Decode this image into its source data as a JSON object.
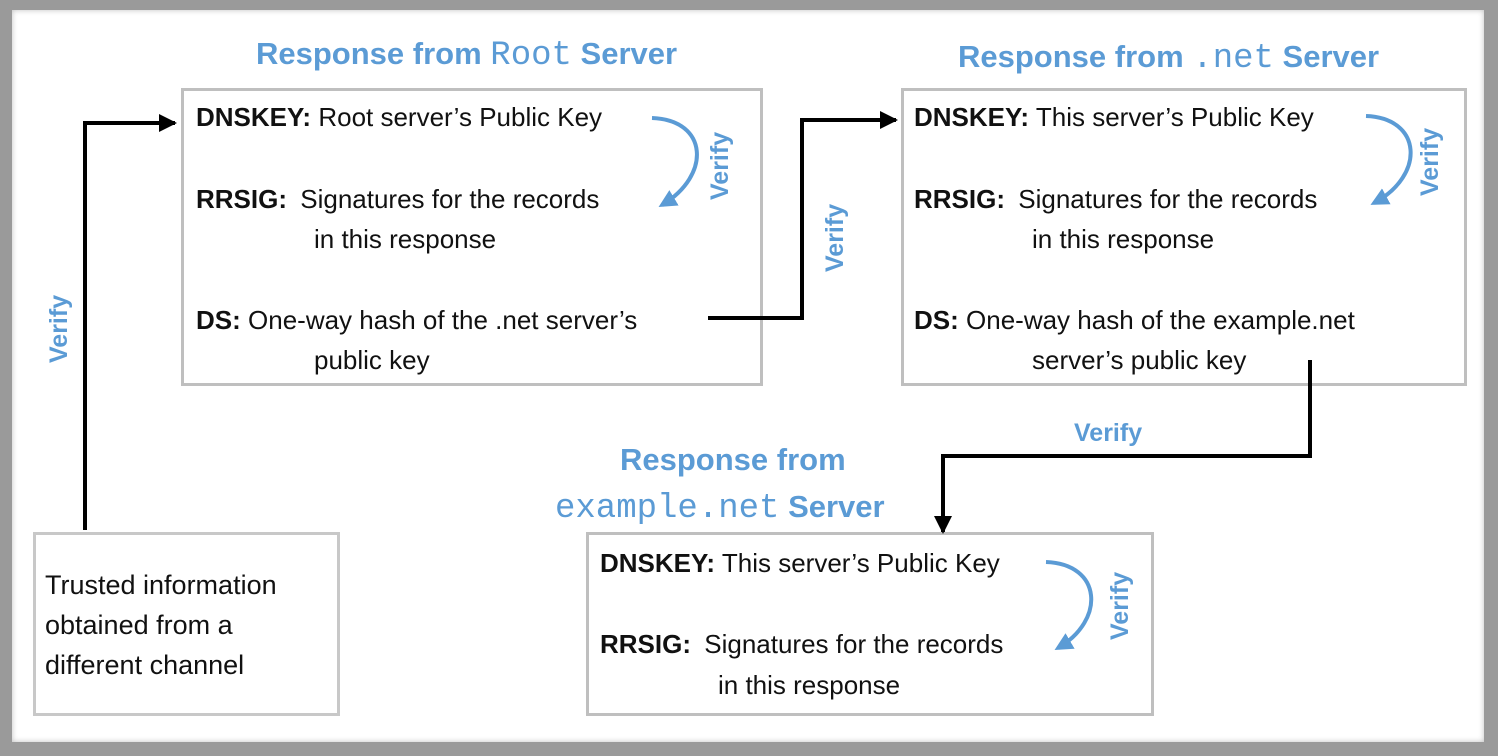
{
  "root": {
    "title_prefix": "Response from",
    "title_mono": "Root",
    "title_suffix": "Server",
    "dnskey_label": "DNSKEY:",
    "dnskey_text": "Root server’s Public Key",
    "rrsig_label": "RRSIG:",
    "rrsig_text1": "Signatures for the records",
    "rrsig_text2": "in this response",
    "ds_label": "DS:",
    "ds_text1": "One-way hash of the .net server’s",
    "ds_text2": "public key",
    "verify": "Verify"
  },
  "net": {
    "title_prefix": "Response from",
    "title_mono": ".net",
    "title_suffix": "Server",
    "dnskey_label": "DNSKEY:",
    "dnskey_text": "This server’s Public Key",
    "rrsig_label": "RRSIG:",
    "rrsig_text1": "Signatures for the records",
    "rrsig_text2": "in this response",
    "ds_label": "DS:",
    "ds_text1": "One-way hash of the example.net",
    "ds_text2": "server’s public key",
    "verify": "Verify"
  },
  "example": {
    "title_line1": "Response from",
    "title_mono": "example.net",
    "title_suffix": "Server",
    "dnskey_label": "DNSKEY:",
    "dnskey_text": "This server’s Public Key",
    "rrsig_label": "RRSIG:",
    "rrsig_text1": "Signatures for the records",
    "rrsig_text2": "in this response",
    "verify": "Verify"
  },
  "trusted": {
    "line1": "Trusted information",
    "line2": "obtained from a",
    "line3": "different channel"
  },
  "edges": {
    "trusted_to_root": "Verify",
    "root_to_net": "Verify",
    "net_to_example": "Verify"
  },
  "colors": {
    "accent": "#5b9bd5",
    "box_border": "#bfbfbf",
    "arrow": "#000000"
  }
}
